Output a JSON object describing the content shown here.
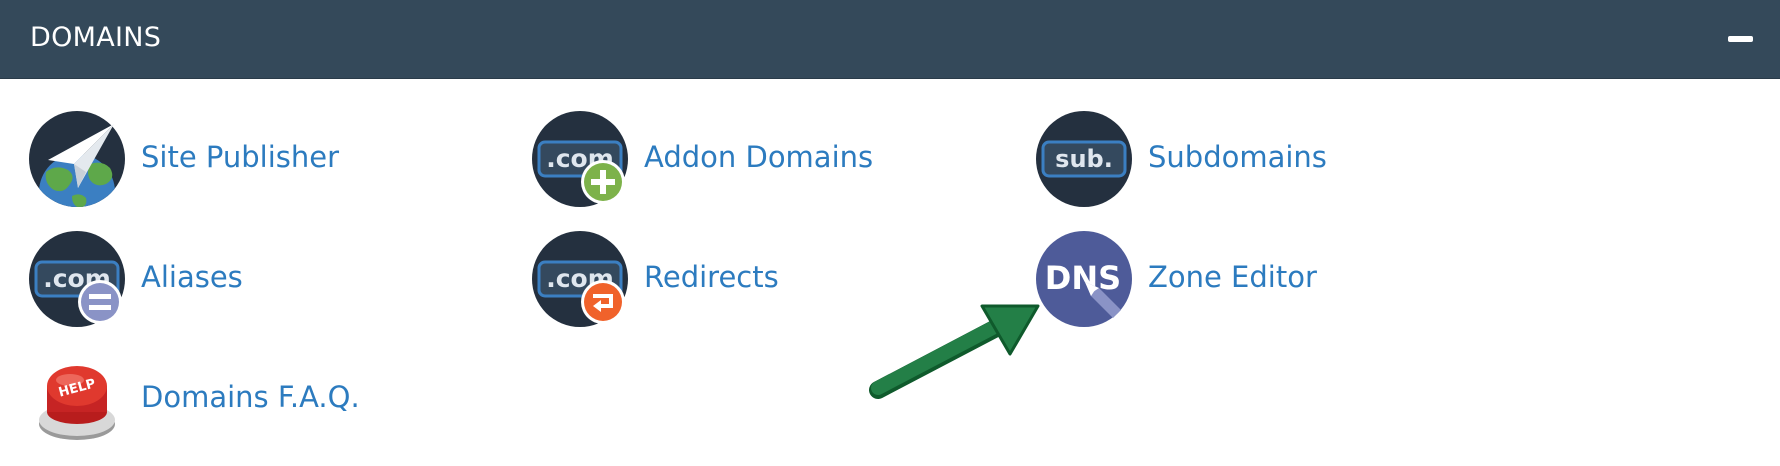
{
  "header": {
    "title": "DOMAINS"
  },
  "items": [
    {
      "label": "Site Publisher"
    },
    {
      "label": "Addon Domains"
    },
    {
      "label": "Subdomains"
    },
    {
      "label": "Aliases"
    },
    {
      "label": "Redirects"
    },
    {
      "label": "Zone Editor"
    },
    {
      "label": "Domains F.A.Q."
    }
  ],
  "icon_text": {
    "com": ".com",
    "sub": "sub.",
    "dns": "DNS",
    "help": "HELP"
  },
  "colors": {
    "header_bg": "#34495a",
    "link": "#2c7bbf",
    "icon_bg": "#24303f",
    "dns_bg": "#4e5b99",
    "add_badge": "#7db24a",
    "alias_badge": "#8a93c6",
    "redirect_badge": "#f0622b",
    "arrow": "#1f7a43"
  },
  "icons": [
    "paper-plane-globe-icon",
    "com-plus-icon",
    "sub-icon",
    "com-equals-icon",
    "com-redirect-icon",
    "dns-pencil-icon",
    "help-button-icon"
  ]
}
